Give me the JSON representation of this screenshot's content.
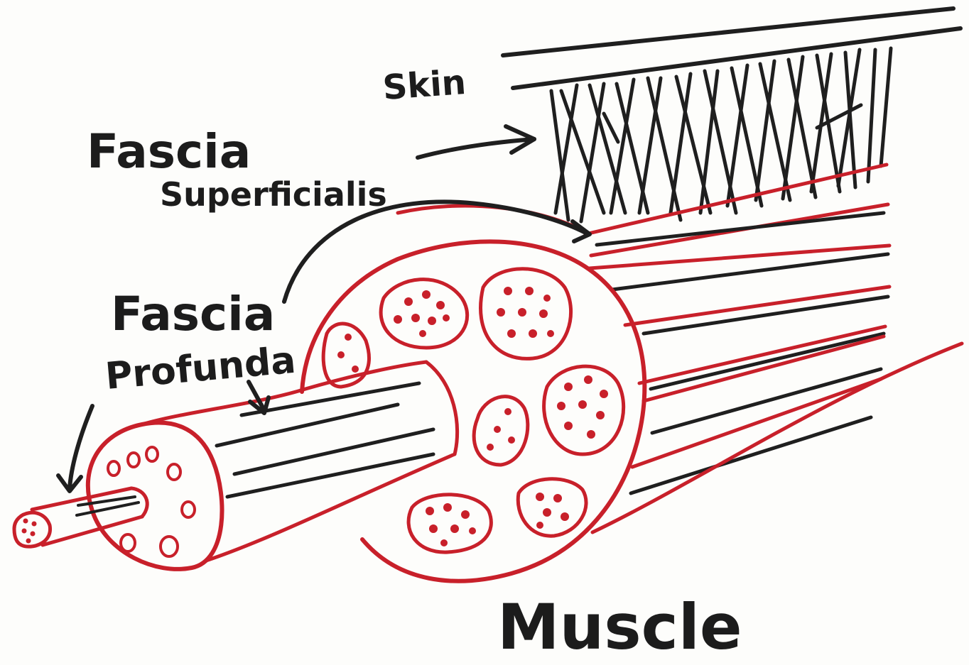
{
  "labels": {
    "skin": "Skin",
    "fascia_superficialis_1": "Fascia",
    "fascia_superficialis_2": "Superficialis",
    "fascia_profunda_1": "Fascia",
    "fascia_profunda_2": "Profunda",
    "muscle": "Muscle"
  },
  "colors": {
    "ink": "#1f1f1f",
    "red": "#c8202a",
    "paper": "#fdfdfb"
  }
}
